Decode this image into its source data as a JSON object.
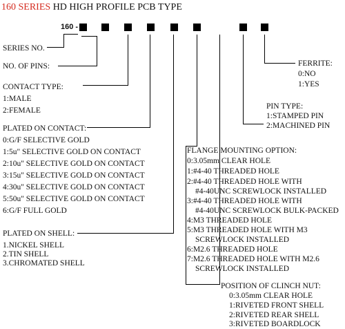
{
  "title": {
    "series": "160 SERIES",
    "rest": " HD HIGH PROFILE PCB TYPE",
    "series_color": "#d42a1e"
  },
  "part_code": {
    "prefix": "160 -",
    "box_count": 8
  },
  "series_no": {
    "label": "SERIES NO."
  },
  "no_of_pins": {
    "label": "NO. OF PINS:"
  },
  "contact_type": {
    "label": "CONTACT TYPE:",
    "options": [
      "1:MALE",
      "2:FEMALE"
    ]
  },
  "plated_on_contact": {
    "label": "PLATED ON CONTACT:",
    "options": [
      "0:G/F SELECTIVE GOLD",
      "1:5u\" SELECTIVE GOLD ON CONTACT",
      "2:10u\" SELECTIVE GOLD ON CONTACT",
      "3:15u\" SELECTIVE GOLD ON CONTACT",
      "4:30u\" SELECTIVE GOLD ON CONTACT",
      "5:50u\" SELECTIVE GOLD ON CONTACT",
      "6:G/F FULL GOLD"
    ]
  },
  "plated_on_shell": {
    "label": "PLATED ON SHELL:",
    "options": [
      "1.NICKEL SHELL",
      "2.TIN SHELL",
      "3.CHROMATED SHELL"
    ]
  },
  "flange_mounting": {
    "label": "FLANGE MOUNTING OPTION:",
    "options": [
      "0:3.05mm CLEAR HOLE",
      "1:#4-40 THREADED HOLE",
      "2:#4-40 THREADED HOLE WITH",
      "#4-40UNC SCREWLOCK INSTALLED",
      "3:#4-40 THREADED HOLE WITH",
      "#4-40UNC SCREWLOCK BULK-PACKED",
      "4:M3 THREADED HOLE",
      "5:M3 THREADED HOLE WITH M3",
      "SCREWLOCK INSTALLED",
      "6:M2.6 THREADED HOLE",
      "7:M2.6 THREADED HOLE WITH M2.6",
      "SCREWLOCK INSTALLED"
    ]
  },
  "pin_type": {
    "label": "PIN TYPE:",
    "options": [
      "1:STAMPED PIN",
      "2:MACHINED PIN"
    ]
  },
  "ferrite": {
    "label": "FERRITE:",
    "options": [
      "0:NO",
      "1:YES"
    ]
  },
  "clinch_nut": {
    "label": "POSITION OF CLINCH NUT:",
    "options": [
      "0:3.05mm CLEAR HOLE",
      "1:RIVETED FRONT SHELL",
      "2:RIVETED REAR SHELL",
      "3:RIVETED BOARDLOCK"
    ]
  }
}
